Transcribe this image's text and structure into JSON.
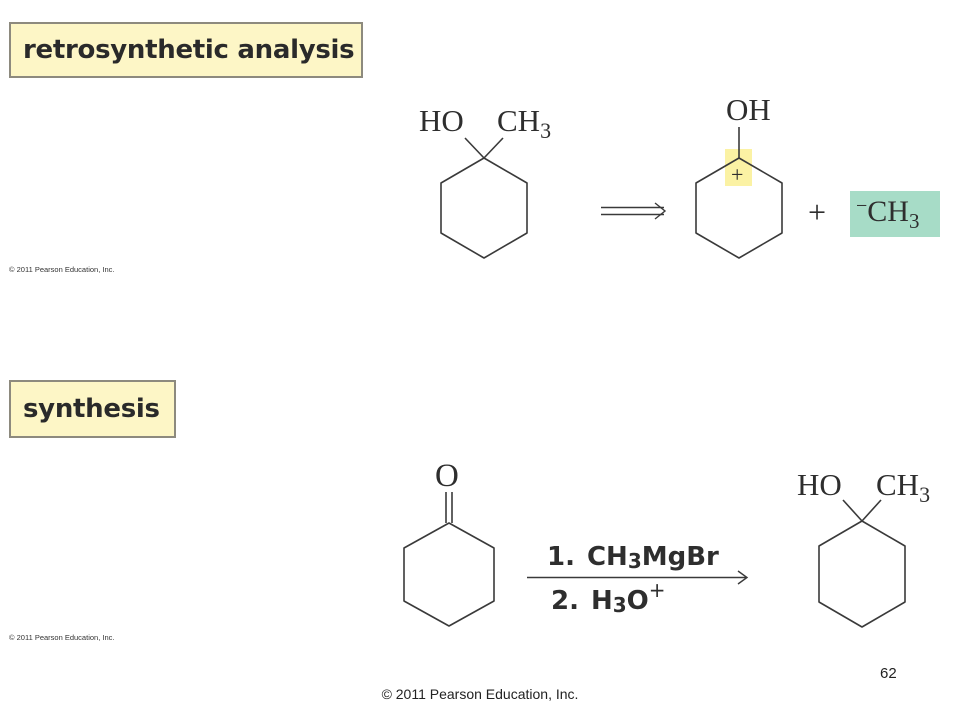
{
  "retro_section": {
    "title": "retrosynthetic analysis",
    "product": {
      "ho": "HO",
      "ch3": "CH",
      "ch3_sub": "3"
    },
    "fragment": {
      "oh": "OH",
      "plus_charge": "+"
    },
    "plus_sign": "+",
    "carbanion": {
      "charge": "−",
      "label": "CH",
      "sub": "3"
    },
    "colors": {
      "cation_highlight": "#fbf2a4",
      "carbanion_highlight": "#a7dcc7"
    }
  },
  "synth_section": {
    "title": "synthesis",
    "ketone": {
      "o": "O"
    },
    "reagent_1": {
      "num": "1.",
      "ch": "CH",
      "sub": "3",
      "rest": "MgBr"
    },
    "reagent_2": {
      "num": "2.",
      "h": "H",
      "sub": "3",
      "o": "O",
      "sup": "+"
    },
    "product": {
      "ho": "HO",
      "ch3": "CH",
      "ch3_sub": "3"
    }
  },
  "copyright_small": "© 2011 Pearson Education, Inc.",
  "page_number": "62",
  "footer": "© 2011 Pearson Education, Inc.",
  "box_color": "#fdf6c6"
}
